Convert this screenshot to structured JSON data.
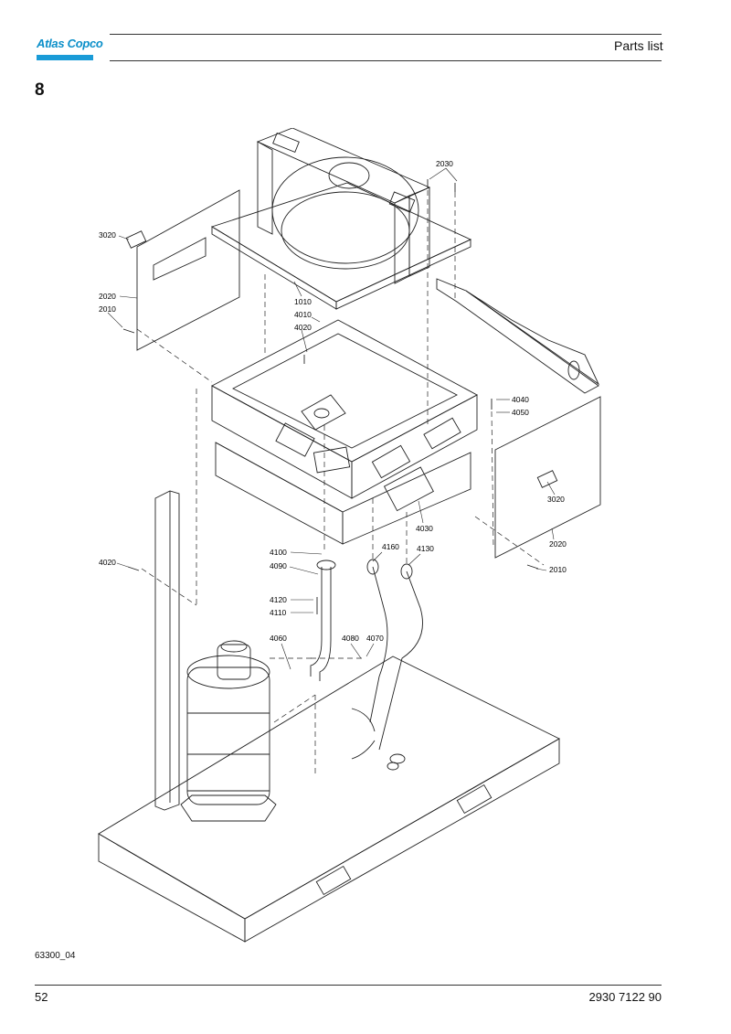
{
  "header": {
    "brand_name": "Atlas Copco",
    "section_title": "Parts list"
  },
  "section_number": "8",
  "drawing": {
    "callouts": [
      {
        "id": "c2030",
        "label": "2030"
      },
      {
        "id": "c3020a",
        "label": "3020"
      },
      {
        "id": "c2020a",
        "label": "2020"
      },
      {
        "id": "c2010a",
        "label": "2010"
      },
      {
        "id": "c1010",
        "label": "1010"
      },
      {
        "id": "c4010",
        "label": "4010"
      },
      {
        "id": "c4020a",
        "label": "4020"
      },
      {
        "id": "c4040",
        "label": "4040"
      },
      {
        "id": "c4050",
        "label": "4050"
      },
      {
        "id": "c3020b",
        "label": "3020"
      },
      {
        "id": "c4030",
        "label": "4030"
      },
      {
        "id": "c2020b",
        "label": "2020"
      },
      {
        "id": "c2010b",
        "label": "2010"
      },
      {
        "id": "c4100",
        "label": "4100"
      },
      {
        "id": "c4160",
        "label": "4160"
      },
      {
        "id": "c4130",
        "label": "4130"
      },
      {
        "id": "c4020b",
        "label": "4020"
      },
      {
        "id": "c4090",
        "label": "4090"
      },
      {
        "id": "c4120",
        "label": "4120"
      },
      {
        "id": "c4110",
        "label": "4110"
      },
      {
        "id": "c4060",
        "label": "4060"
      },
      {
        "id": "c4080",
        "label": "4080"
      },
      {
        "id": "c4070",
        "label": "4070"
      }
    ],
    "drawing_number": "63300_04"
  },
  "footer": {
    "page_number": "52",
    "document_number": "2930 7122 90"
  }
}
